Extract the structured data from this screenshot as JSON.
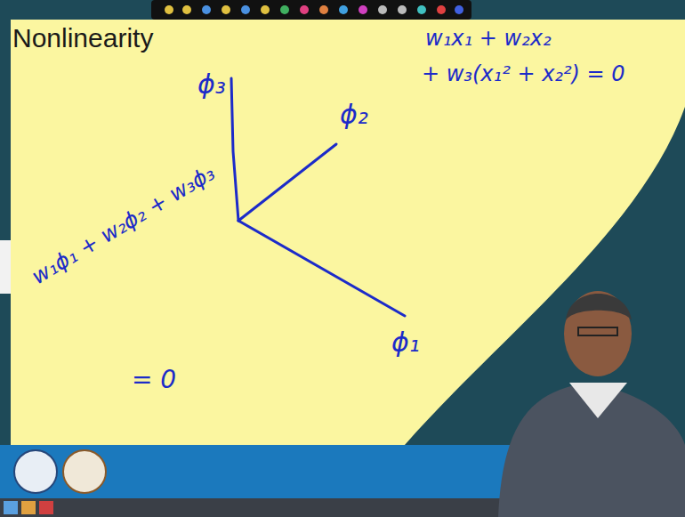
{
  "diagram": {
    "title": "Nonlinearity",
    "labels": [
      "ϕ₃",
      "ϕ₂",
      "ϕ₁",
      "w₁x₁ + w₂x₂",
      "+ w₃(x₁² + x₂²) = 0",
      "w₁ϕ₁ + w₂ϕ₂ + w₃ϕ₃",
      "= 0"
    ]
  }
}
